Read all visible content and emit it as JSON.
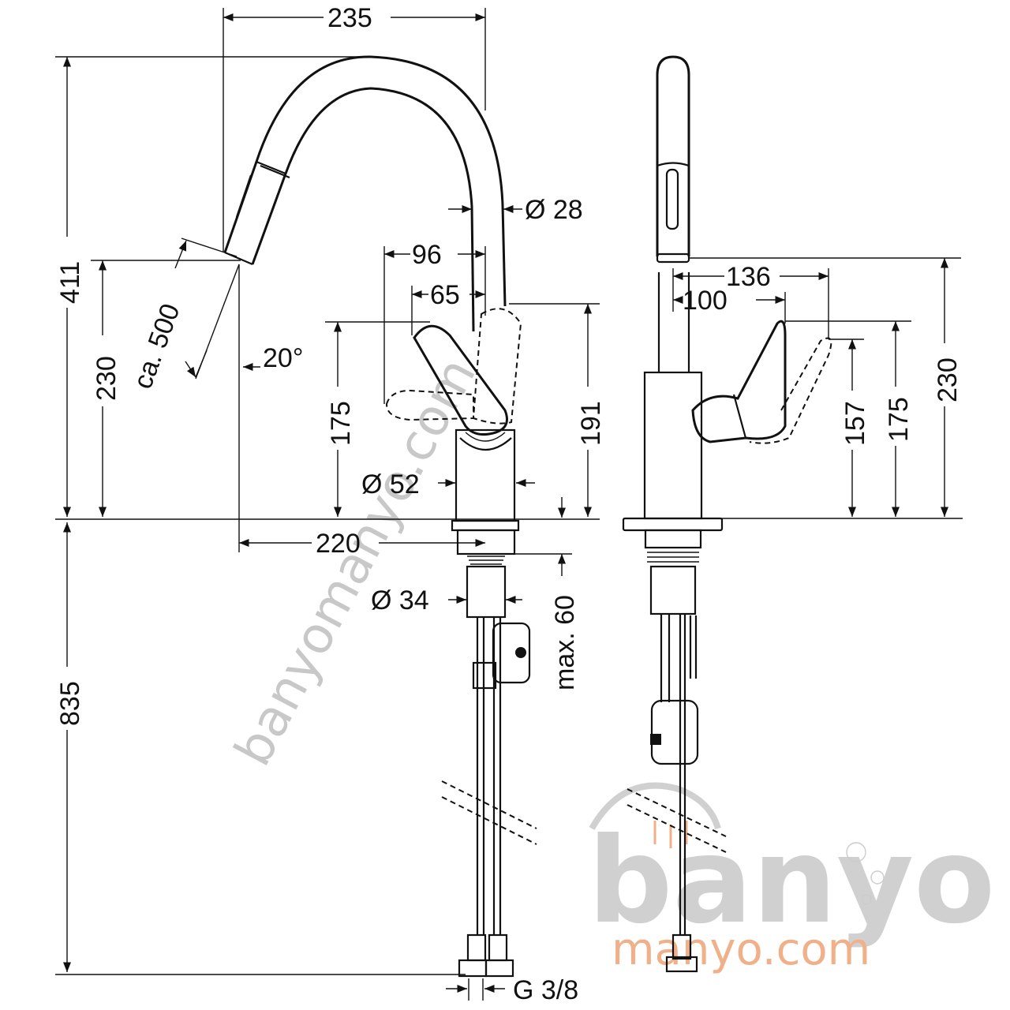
{
  "dimensions": {
    "width_total": "235",
    "pipe_diameter": "Ø 28",
    "height_total": "411",
    "height_spout_outlet": "230",
    "hose_pullout": "ca. 500",
    "spray_angle": "20°",
    "lever_reach": "96",
    "lever_offset": "65",
    "lever_height": "175",
    "lever_top_height": "191",
    "body_diameter": "Ø 52",
    "spout_reach": "220",
    "shank_diameter": "Ø 34",
    "max_thickness": "max. 60",
    "below_deck": "835",
    "connection_thread": "G 3/8",
    "side_lever_reach": "136",
    "side_lever_offset": "100",
    "side_height_157": "157",
    "side_height_175": "175",
    "side_height_230": "230"
  },
  "watermark": {
    "diagonal_text": "banyomanyo.com",
    "logo_main": "banyo",
    "logo_sub": "manyo.com"
  },
  "colors": {
    "line": "#111111",
    "watermark_gray": "#cccccc",
    "watermark_orange": "#f0b089"
  }
}
